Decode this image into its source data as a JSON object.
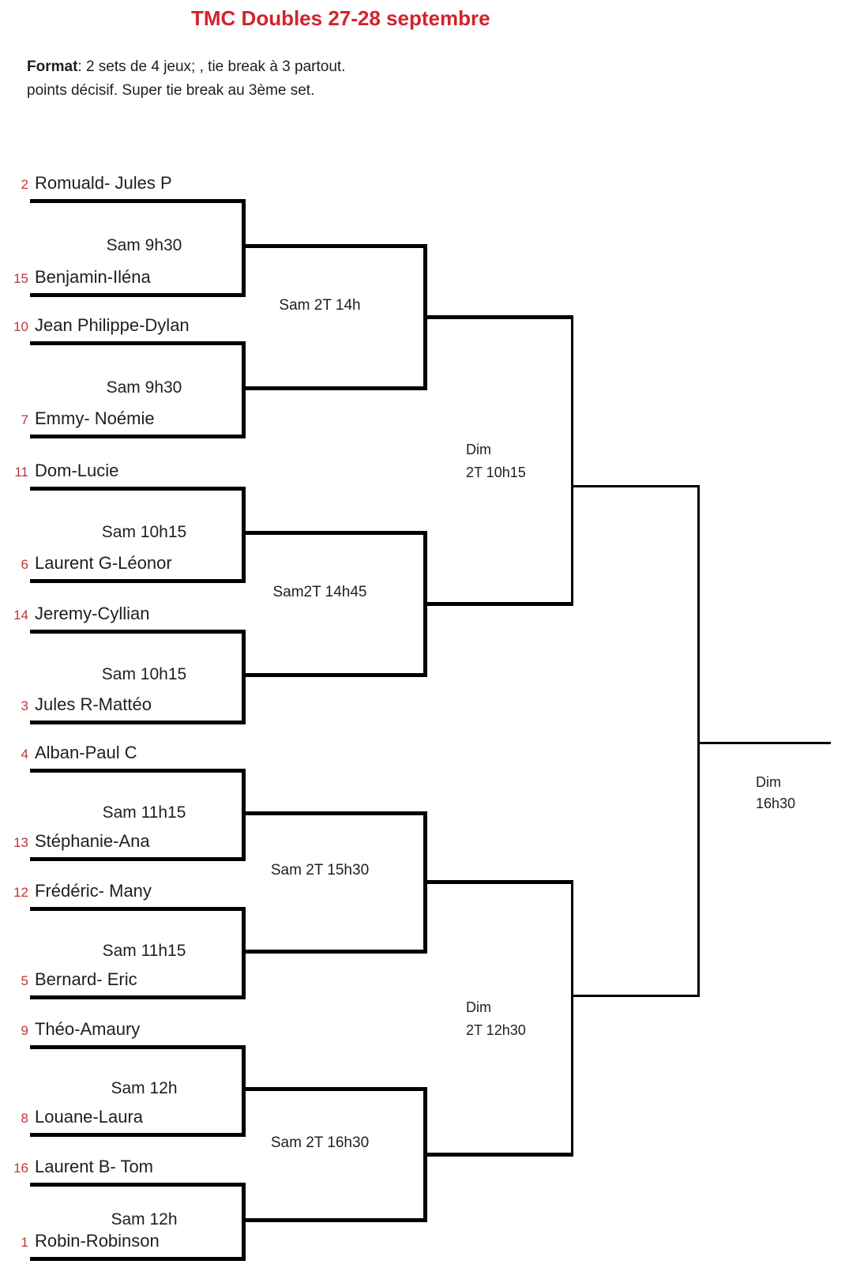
{
  "title": "TMC Doubles 27-28 septembre",
  "format": {
    "label": "Format",
    "line1_rest": ": 2 sets de 4 jeux; , tie break à 3 partout.",
    "line2": "points décisif. Super tie break au 3ème set."
  },
  "colors": {
    "title": "#d2232a",
    "seed": "#bf3538",
    "text": "#1f1f1f",
    "line": "#000000"
  },
  "teams": [
    {
      "seed": "2",
      "name": "Romuald- Jules P"
    },
    {
      "seed": "15",
      "name": "Benjamin-Iléna"
    },
    {
      "seed": "10",
      "name": "Jean Philippe-Dylan"
    },
    {
      "seed": "7",
      "name": "Emmy- Noémie"
    },
    {
      "seed": "11",
      "name": "Dom-Lucie"
    },
    {
      "seed": "6",
      "name": "Laurent G-Léonor"
    },
    {
      "seed": "14",
      "name": "Jeremy-Cyllian"
    },
    {
      "seed": "3",
      "name": "Jules R-Mattéo"
    },
    {
      "seed": "4",
      "name": "Alban-Paul C"
    },
    {
      "seed": "13",
      "name": "Stéphanie-Ana"
    },
    {
      "seed": "12",
      "name": "Frédéric- Many"
    },
    {
      "seed": "5",
      "name": "Bernard- Eric"
    },
    {
      "seed": "9",
      "name": "Théo-Amaury"
    },
    {
      "seed": "8",
      "name": "Louane-Laura"
    },
    {
      "seed": "16",
      "name": "Laurent B- Tom"
    },
    {
      "seed": "1",
      "name": "Robin-Robinson"
    }
  ],
  "round1": [
    {
      "time": "Sam 9h30"
    },
    {
      "time": "Sam 9h30"
    },
    {
      "time": "Sam 10h15"
    },
    {
      "time": "Sam 10h15"
    },
    {
      "time": "Sam 11h15"
    },
    {
      "time": "Sam 11h15"
    },
    {
      "time": "Sam 12h"
    },
    {
      "time": "Sam 12h"
    }
  ],
  "quarterfinals": [
    {
      "label": "Sam 2T 14h"
    },
    {
      "label": "Sam2T 14h45"
    },
    {
      "label": "Sam 2T 15h30"
    },
    {
      "label": "Sam 2T 16h30"
    }
  ],
  "semifinals": [
    {
      "day": "Dim",
      "time": "2T 10h15"
    },
    {
      "day": "Dim",
      "time": "2T 12h30"
    }
  ],
  "final": {
    "day": "Dim",
    "time": "16h30"
  }
}
